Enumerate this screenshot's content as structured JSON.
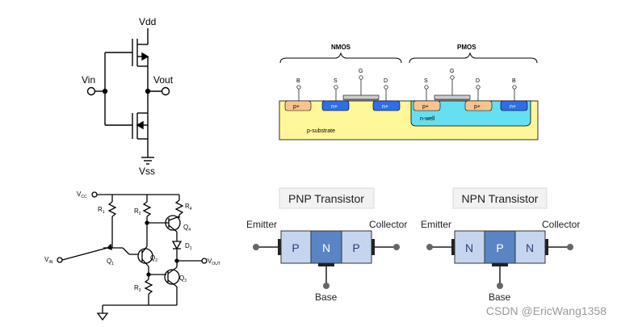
{
  "cmos": {
    "vdd": "Vdd",
    "vss": "Vss",
    "vin": "Vin",
    "vout": "Vout"
  },
  "cross_section": {
    "nmos_title": "NMOS",
    "pmos_title": "PMOS",
    "nmos_terms": [
      "B",
      "S",
      "G",
      "D"
    ],
    "pmos_terms": [
      "S",
      "G",
      "D",
      "B"
    ],
    "p_plus": "p+",
    "n_plus": "n+",
    "nwell": "n-well",
    "psub": "p-substrate"
  },
  "ttl": {
    "vcc": "V",
    "vcc_sub": "CC",
    "vin": "V",
    "vin_sub": "IN",
    "vout": "V",
    "vout_sub": "OUT",
    "r1": "R",
    "r1_sub": "1",
    "r2": "R",
    "r2_sub": "2",
    "r3": "R",
    "r3_sub": "3",
    "r4": "R",
    "r4_sub": "4",
    "q1": "Q",
    "q1_sub": "1",
    "q2": "Q",
    "q2_sub": "2",
    "q3": "Q",
    "q3_sub": "3",
    "q4": "Q",
    "q4_sub": "4",
    "d1": "D",
    "d1_sub": "1"
  },
  "pnp": {
    "title": "PNP Transistor",
    "emitter": "Emitter",
    "collector": "Collector",
    "base": "Base",
    "regions": [
      "P",
      "N",
      "P"
    ]
  },
  "npn": {
    "title": "NPN Transistor",
    "emitter": "Emitter",
    "collector": "Collector",
    "base": "Base",
    "regions": [
      "N",
      "P",
      "N"
    ]
  },
  "colors": {
    "p_region": "#c5d5f0",
    "n_region": "#5b84c4",
    "ttl_line": "#000000",
    "nwell": "#66dff0",
    "psub": "#fff79a"
  },
  "watermark": "CSDN @EricWang1358"
}
